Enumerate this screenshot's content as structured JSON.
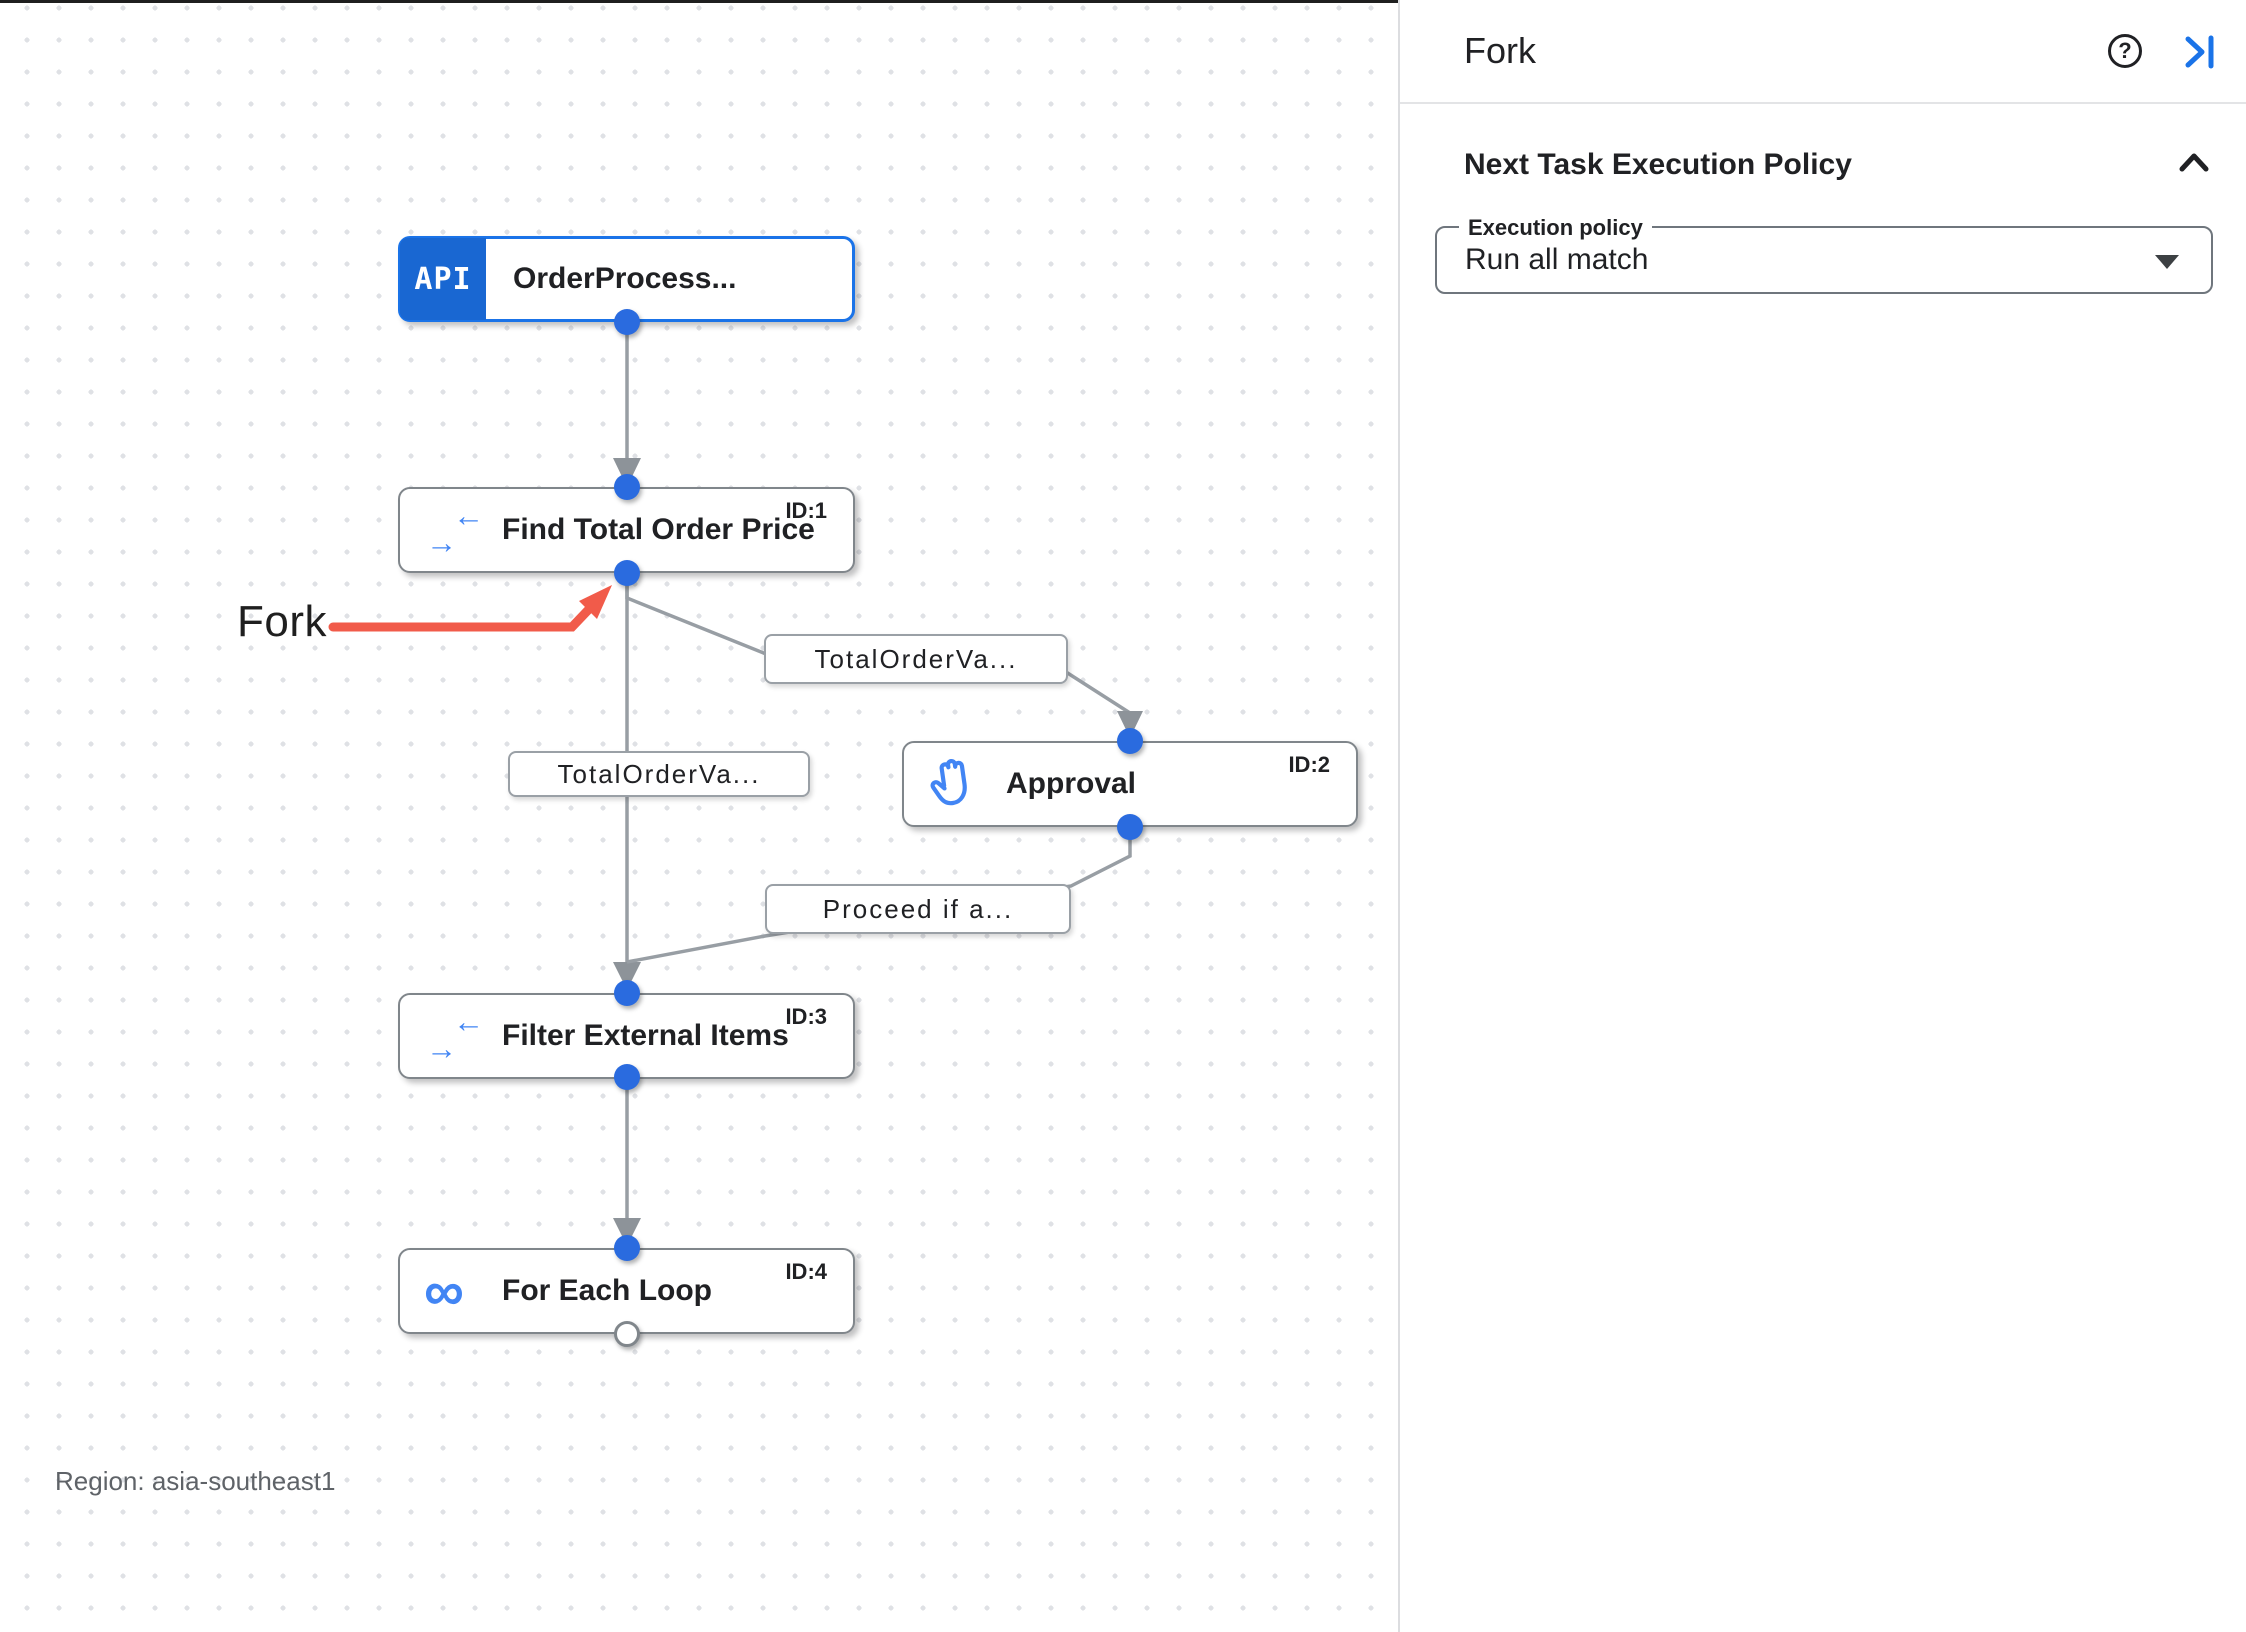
{
  "canvas": {
    "region_label": "Region: asia-southeast1",
    "annotation_label": "Fork",
    "nodes": [
      {
        "title": "OrderProcess...",
        "badge": "API",
        "id": ""
      },
      {
        "title": "Find Total Order Price",
        "id": "ID:1"
      },
      {
        "title": "Approval",
        "id": "ID:2"
      },
      {
        "title": "Filter External Items",
        "id": "ID:3"
      },
      {
        "title": "For Each Loop",
        "id": "ID:4"
      }
    ],
    "edge_labels": [
      "TotalOrderVa...",
      "TotalOrderVa...",
      "Proceed if a..."
    ]
  },
  "panel": {
    "title": "Fork",
    "help_icon": "?",
    "section_title": "Next Task Execution Policy",
    "execution_policy": {
      "label": "Execution policy",
      "value": "Run all match"
    }
  },
  "colors": {
    "accent_blue": "#1a73e8",
    "icon_blue": "#4285f4",
    "dot_blue": "#2a6bdf",
    "edge_gray": "#9aa0a6",
    "annotation_red": "#f15b4a"
  }
}
